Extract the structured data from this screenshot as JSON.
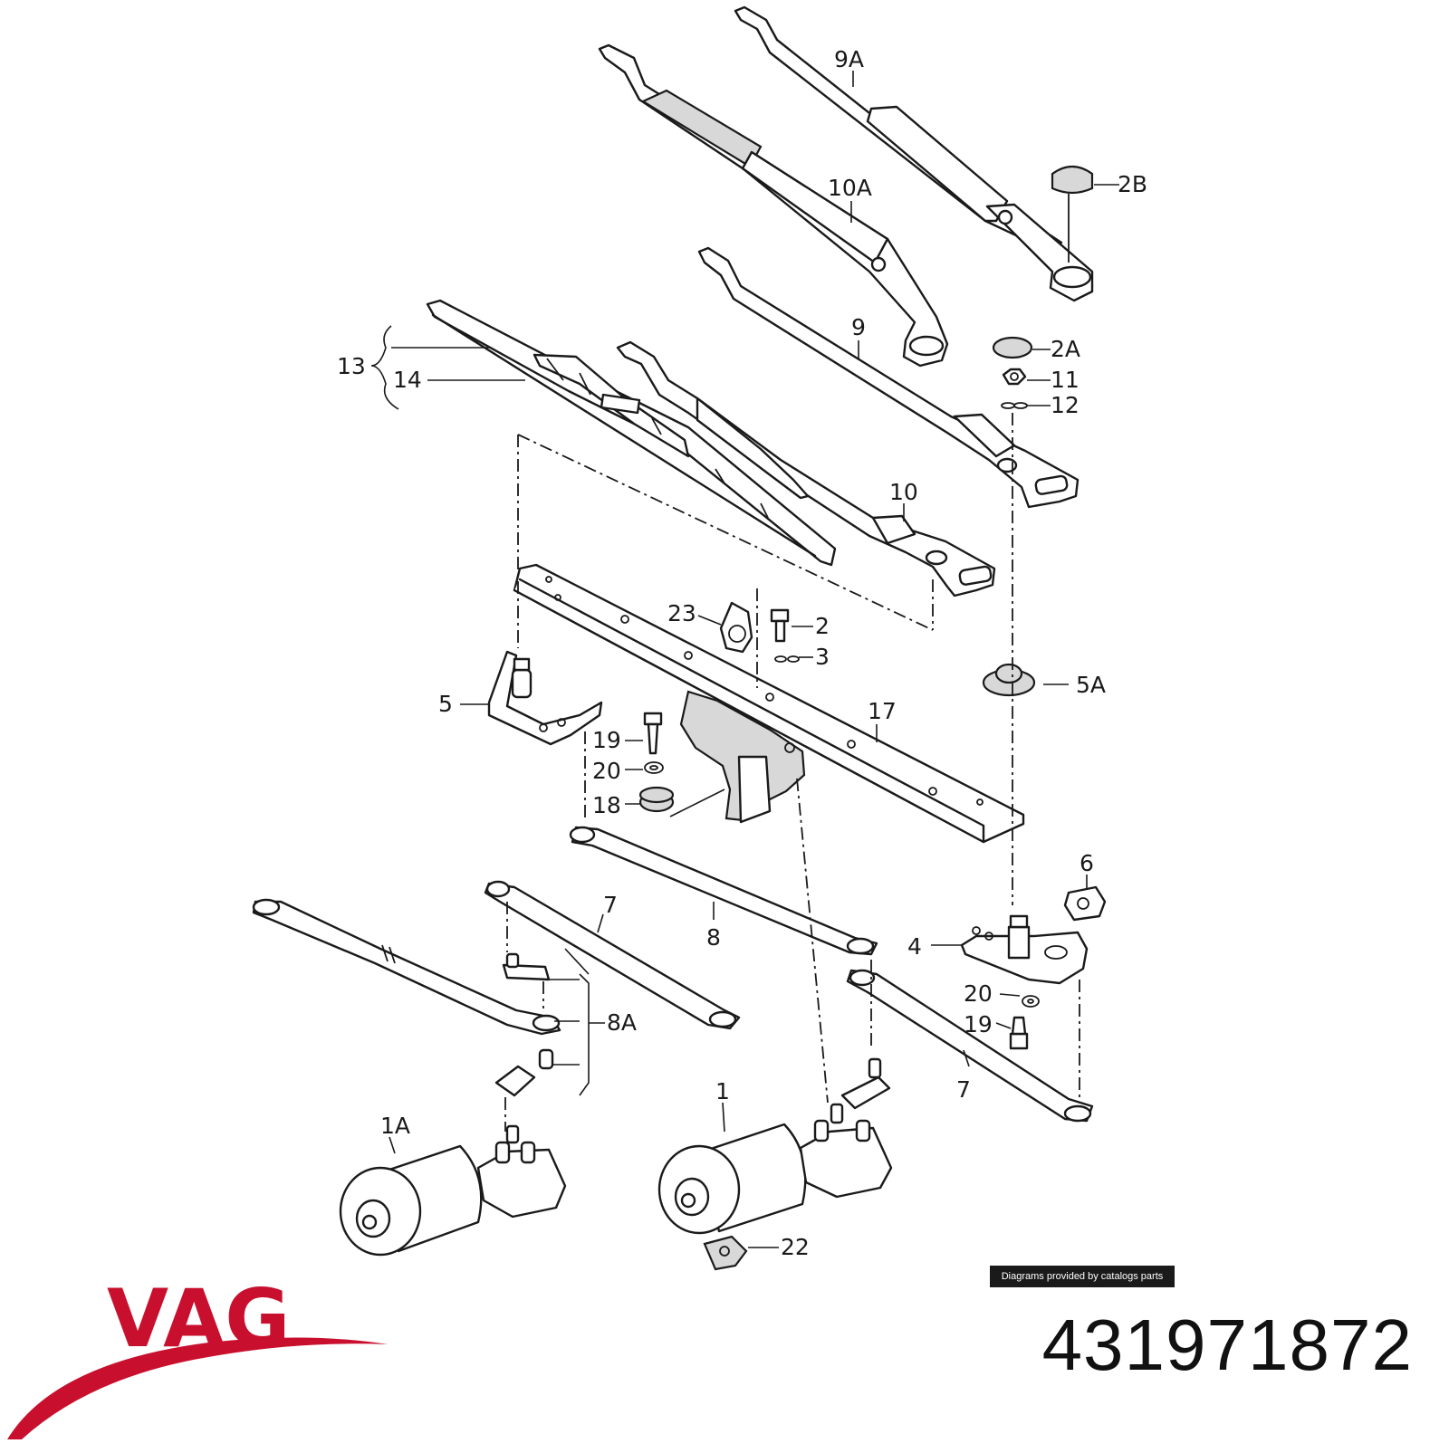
{
  "brand": {
    "logo_text": "VAG",
    "logo_color": "#c8102e"
  },
  "part_number": "431971872",
  "credit": "Diagrams provided by catalogs parts",
  "callouts": {
    "c9A": "9A",
    "c2B": "2B",
    "c10A": "10A",
    "c9": "9",
    "c2A": "2A",
    "c11": "11",
    "c12": "12",
    "c13": "13",
    "c14": "14",
    "c10": "10",
    "c23": "23",
    "c2": "2",
    "c3": "3",
    "c5A": "5A",
    "c5": "5",
    "c17": "17",
    "c19a": "19",
    "c20a": "20",
    "c18": "18",
    "c6": "6",
    "c7a": "7",
    "c8": "8",
    "c4": "4",
    "c20b": "20",
    "c19b": "19",
    "c8A": "8A",
    "c7b": "7",
    "c1A": "1A",
    "c1": "1",
    "c22": "22"
  }
}
